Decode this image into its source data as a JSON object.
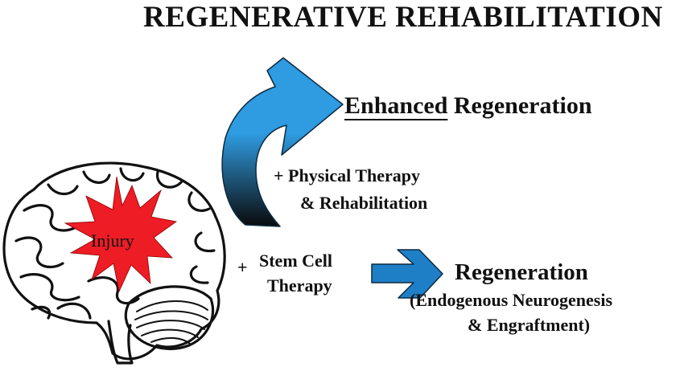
{
  "title": "REGENERATIVE REHABILITATION",
  "enhanced": {
    "underlined": "Enhanced",
    "rest": " Regeneration"
  },
  "physical_therapy": {
    "line1": "+ Physical Therapy",
    "line2": "& Rehabilitation"
  },
  "stem_cell": {
    "plus": "+",
    "line1": "Stem Cell",
    "line2": "Therapy"
  },
  "regeneration": {
    "label": "Regeneration",
    "sub1": "(Endogenous Neurogenesis",
    "sub2": "& Engraftment)"
  },
  "injury": {
    "label": "Injury"
  },
  "colors": {
    "curved_arrow_top": "#2f9be0",
    "curved_arrow_bottom": "#0a0a0a",
    "straight_arrow": "#1f7fc6",
    "starburst": "#ee1c25",
    "outline": "#111111"
  }
}
